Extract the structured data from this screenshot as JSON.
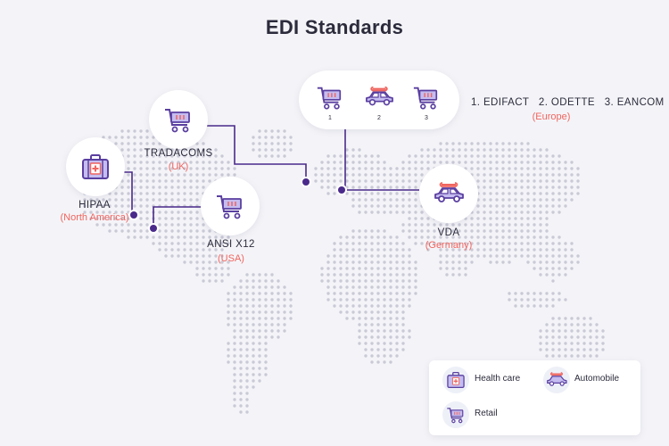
{
  "title": "EDI Standards",
  "colors": {
    "line": "#4a2a8a",
    "accent_red": "#f0655f",
    "icon_purple": "#5a3fa0",
    "icon_fill": "#c5bdf0",
    "map_dot": "#c9cad6"
  },
  "standards": [
    {
      "name": "HIPAA",
      "region": "(North America)",
      "icon": "medical-kit-icon"
    },
    {
      "name": "TRADACOMS",
      "region": "(UK)",
      "icon": "shopping-cart-icon"
    },
    {
      "name": "ANSI X12",
      "region": "(USA)",
      "icon": "shopping-cart-icon"
    },
    {
      "name": "VDA",
      "region": "(Germany)",
      "icon": "car-icon"
    }
  ],
  "europe_group": {
    "numbers": [
      "1",
      "2",
      "3"
    ],
    "text": "1. EDIFACT   2. ODETTE   3. EANCOM",
    "region": "(Europe)",
    "icons": [
      "shopping-cart-icon",
      "car-icon",
      "shopping-cart-icon"
    ]
  },
  "legend": [
    {
      "label": "Health care",
      "icon": "medical-kit-icon"
    },
    {
      "label": "Automobile",
      "icon": "car-icon"
    },
    {
      "label": "Retail",
      "icon": "shopping-cart-icon"
    }
  ]
}
